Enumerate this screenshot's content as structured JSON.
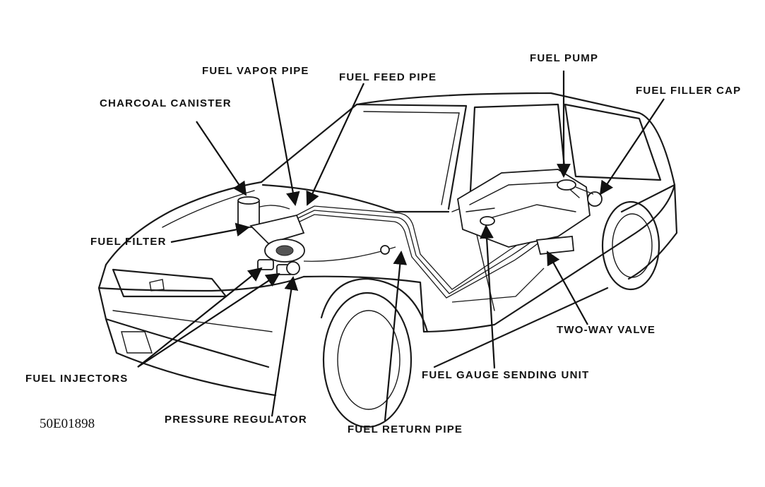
{
  "diagram": {
    "labels": {
      "fuel_pump": "FUEL PUMP",
      "fuel_vapor_pipe": "FUEL VAPOR PIPE",
      "fuel_feed_pipe": "FUEL FEED PIPE",
      "fuel_filler_cap": "FUEL FILLER CAP",
      "charcoal_canister": "CHARCOAL CANISTER",
      "fuel_filter": "FUEL FILTER",
      "two_way_valve": "TWO-WAY VALVE",
      "fuel_gauge_sending_unit": "FUEL GAUGE SENDING UNIT",
      "fuel_injectors": "FUEL INJECTORS",
      "pressure_regulator": "PRESSURE REGULATOR",
      "fuel_return_pipe": "FUEL RETURN PIPE"
    },
    "figure_code": "50E01898"
  }
}
